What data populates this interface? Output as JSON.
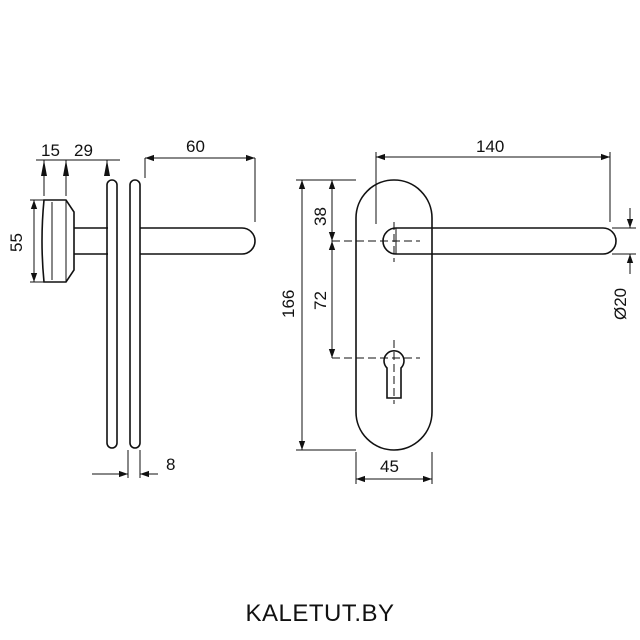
{
  "dimensions": {
    "side_view": {
      "knob_depth": "15",
      "rose_offset": "29",
      "lever_projection": "60",
      "knob_height": "55",
      "plate_thickness": "8"
    },
    "front_view": {
      "lever_length": "140",
      "top_to_spindle": "38",
      "spindle_to_cylinder": "72",
      "plate_height": "166",
      "lever_diameter": "Ø20",
      "plate_width": "45"
    }
  },
  "branding": {
    "site": "KALETUT.BY"
  }
}
